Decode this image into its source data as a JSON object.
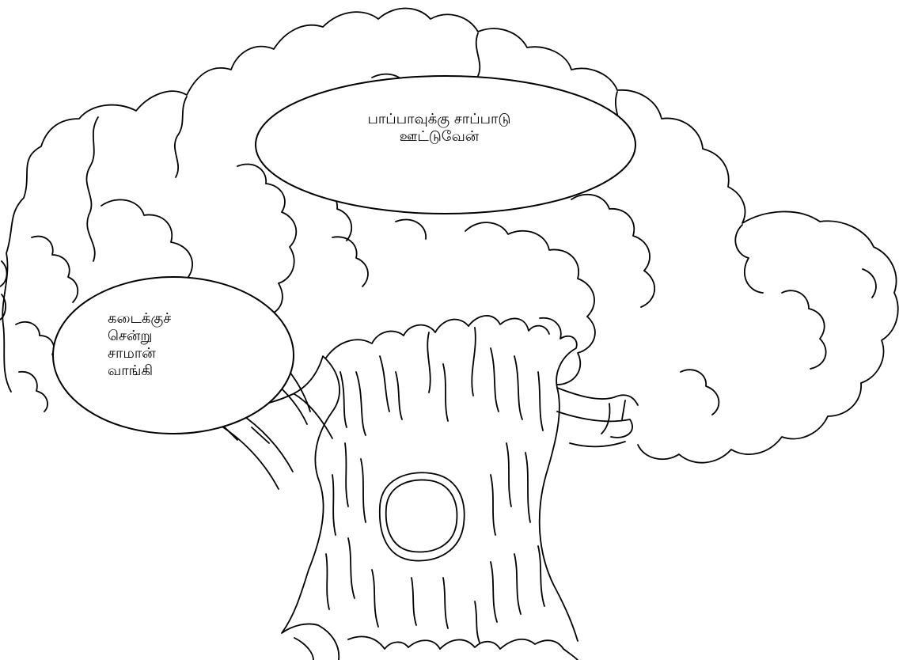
{
  "colors": {
    "background": "#ffffff",
    "line": "#000000",
    "bubble_fill": "#ffffff"
  },
  "illustration": {
    "subject": "tree-outline",
    "features": [
      "leafy-crown",
      "trunk",
      "branches",
      "round-knot-hole",
      "roots"
    ]
  },
  "speech_bubbles": {
    "top": {
      "lines": [
        "பாப்பாவுக்கு சாப்பாடு",
        "ஊட்டுவேன்"
      ]
    },
    "left": {
      "lines": [
        "கடைக்குச்",
        "சென்று",
        "சாமான்",
        "வாங்கி"
      ]
    }
  }
}
